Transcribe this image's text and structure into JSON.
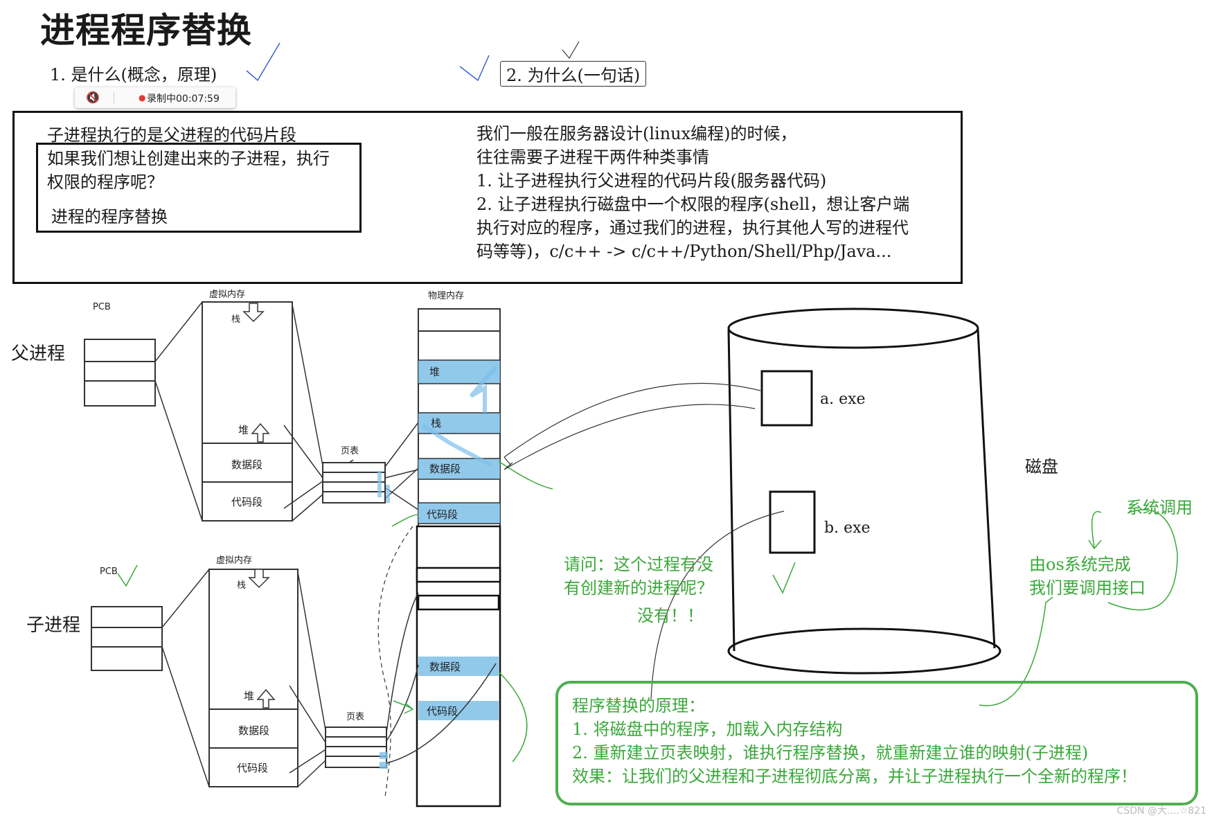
{
  "title": "进程程序替换",
  "questions": {
    "q1": "1.  是什么(概念，原理)",
    "q2": "2.  为什么(一句话)"
  },
  "recording": {
    "status": "录制中00:07:59"
  },
  "top_box": {
    "left_line1": "子进程执行的是父进程的代码片段",
    "left_line2": "如果我们想让创建出来的子进程，执行",
    "left_line3": "权限的程序呢？",
    "left_line4": "进程的程序替换",
    "right_lines": [
      "我们一般在服务器设计(linux编程)的时候，",
      "往往需要子进程干两件种类事情",
      "1.  让子进程执行父进程的代码片段(服务器代码)",
      "2.  让子进程执行磁盘中一个权限的程序(shell，想让客户端",
      "执行对应的程序，通过我们的进程，执行其他人写的进程代",
      "码等等)，c/c++ -> c/c++/Python/Shell/Php/Java..."
    ]
  },
  "diagram": {
    "parent": {
      "label": "父进程",
      "pcb": "PCB",
      "vmem": "虚拟内存",
      "stack": "栈",
      "heap": "堆",
      "data": "数据段",
      "code": "代码段",
      "page_table": "页表"
    },
    "child": {
      "label": "子进程",
      "pcb": "PCB",
      "vmem": "虚拟内存",
      "stack": "栈",
      "heap": "堆",
      "data": "数据段",
      "code": "代码段",
      "page_table": "页表"
    },
    "physical": {
      "label": "物理内存",
      "heap": "堆",
      "stack": "栈",
      "data": "数据段",
      "code": "代码段",
      "data2": "数据段",
      "code2": "代码段"
    },
    "disk": {
      "label": "磁盘",
      "file_a": "a. exe",
      "file_b": "b. exe"
    }
  },
  "annotations": {
    "question_line1": "请问：这个过程有没",
    "question_line2": "有创建新的进程呢？",
    "answer": "没有！！",
    "syscall": "系统调用",
    "os_line1": "由os系统完成",
    "os_line2": "我们要调用接口"
  },
  "principle_box": {
    "lines": [
      "程序替换的原理：",
      "1.  将磁盘中的程序，加载入内存结构",
      "2.  重新建立页表映射，谁执行程序替换，就重新建立谁的映射(子进程)",
      "效果：让我们的父进程和子进程彻底分离，并让子进程执行一个全新的程序！"
    ]
  },
  "watermark": "CSDN @大....☆821",
  "colors": {
    "annotation_green": "#3aa83a",
    "box_green": "#4caf50",
    "highlight_blue": "#7ec0e8"
  }
}
